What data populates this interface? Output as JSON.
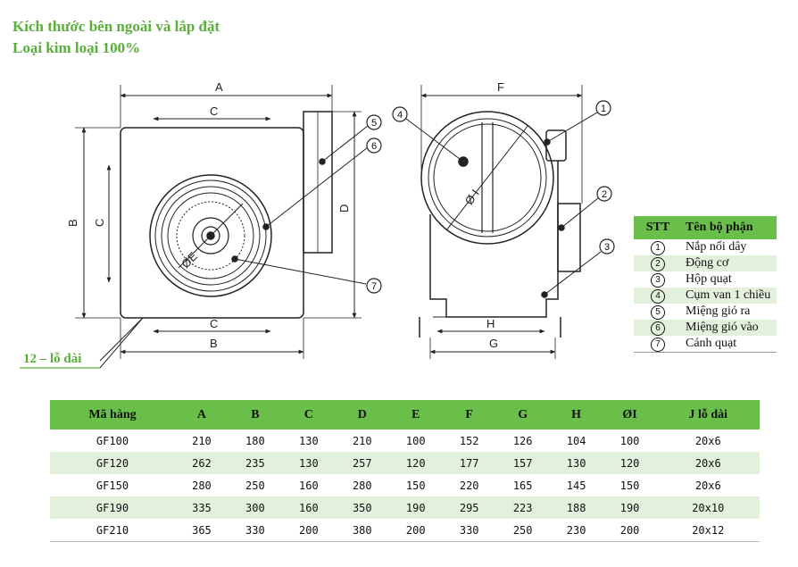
{
  "header": {
    "line1": "Kích thước bên ngoài và lắp đặt",
    "line2": "Loại kim loại 100%"
  },
  "drawing": {
    "front_labels": {
      "A": "A",
      "B_top": "B",
      "C_top": "C",
      "C_bottom": "C",
      "B_left": "B",
      "C_left": "C",
      "D": "D",
      "E": "ØE"
    },
    "side_labels": {
      "F": "F",
      "H": "H",
      "G": "G",
      "I": "Ø I"
    },
    "callouts": [
      "1",
      "2",
      "3",
      "4",
      "5",
      "6",
      "7"
    ],
    "holes_note": "12 – lỗ dài"
  },
  "parts_table": {
    "headers": [
      "STT",
      "Tên bộ phận"
    ],
    "rows": [
      {
        "no": "1",
        "name": "Nắp nối dây"
      },
      {
        "no": "2",
        "name": "Động cơ"
      },
      {
        "no": "3",
        "name": "Hộp quạt"
      },
      {
        "no": "4",
        "name": "Cụm van 1 chiều"
      },
      {
        "no": "5",
        "name": "Miệng gió ra"
      },
      {
        "no": "6",
        "name": "Miệng gió vào"
      },
      {
        "no": "7",
        "name": "Cánh quạt"
      }
    ]
  },
  "dims_table": {
    "headers": [
      "Mã hàng",
      "A",
      "B",
      "C",
      "D",
      "E",
      "F",
      "G",
      "H",
      "ØI",
      "J lỗ dài"
    ],
    "rows": [
      [
        "GF100",
        "210",
        "180",
        "130",
        "210",
        "100",
        "152",
        "126",
        "104",
        "100",
        "20x6"
      ],
      [
        "GF120",
        "262",
        "235",
        "130",
        "257",
        "120",
        "177",
        "157",
        "130",
        "120",
        "20x6"
      ],
      [
        "GF150",
        "280",
        "250",
        "160",
        "280",
        "150",
        "220",
        "165",
        "145",
        "150",
        "20x6"
      ],
      [
        "GF190",
        "335",
        "300",
        "160",
        "350",
        "190",
        "295",
        "223",
        "188",
        "190",
        "20x10"
      ],
      [
        "GF210",
        "365",
        "330",
        "200",
        "380",
        "200",
        "330",
        "250",
        "230",
        "200",
        "20x12"
      ]
    ]
  }
}
